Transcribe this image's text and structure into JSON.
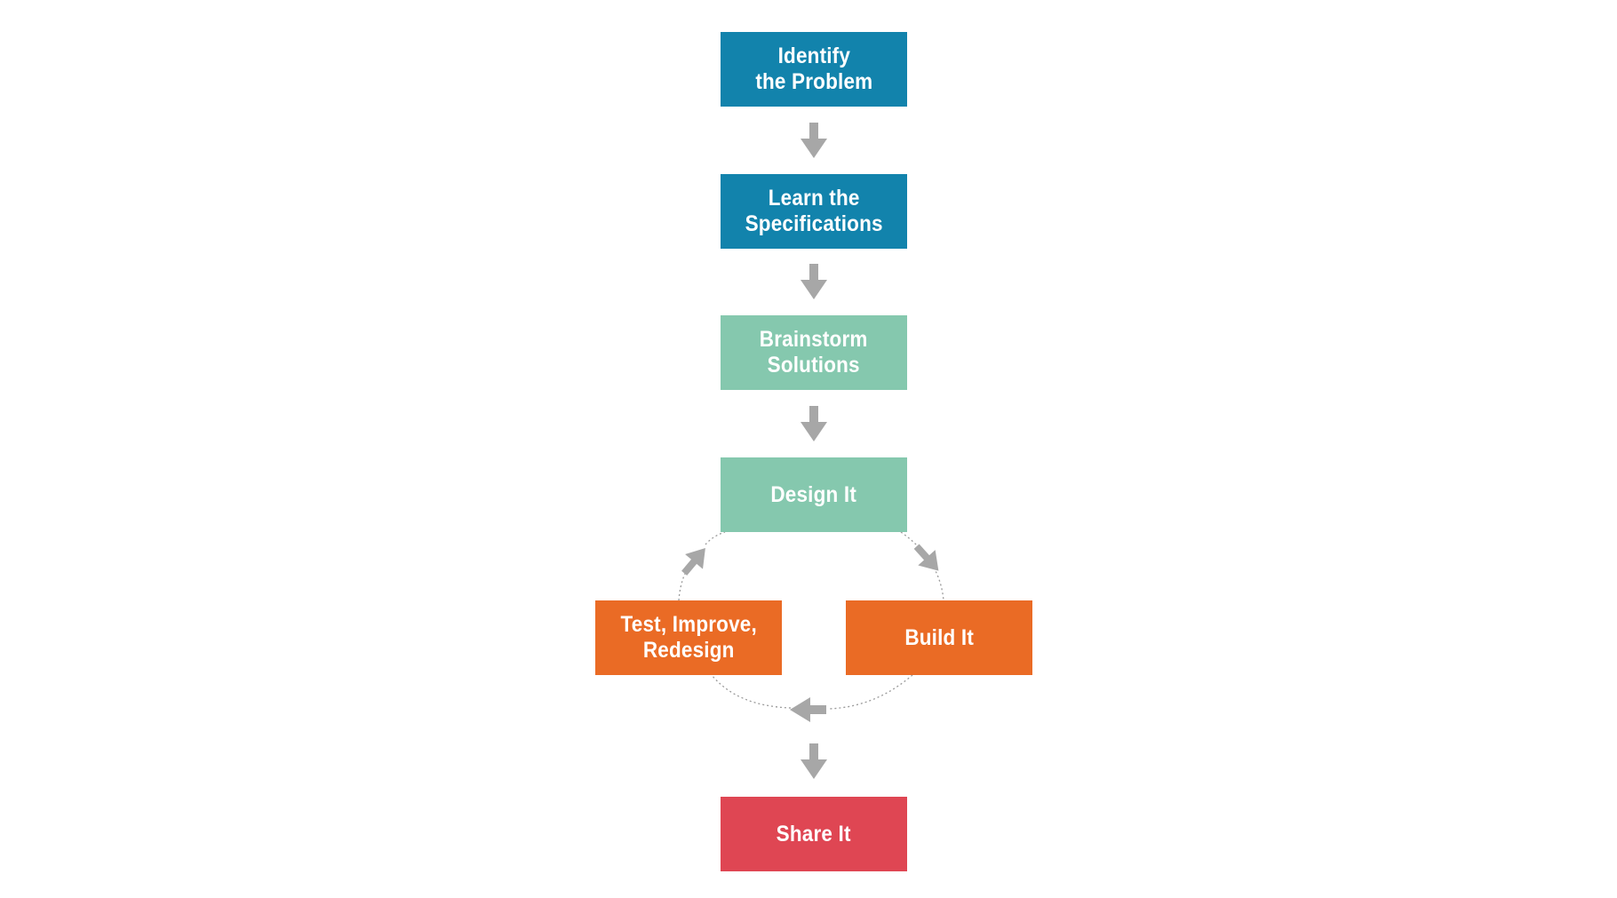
{
  "colors": {
    "blue": "#1283ac",
    "teal": "#85c8ae",
    "orange": "#ea6b25",
    "red": "#df4653",
    "arrow": "#a7a7a7",
    "text": "#ffffff",
    "dotted_line": "#9a9a9a"
  },
  "steps": {
    "identify": {
      "label": "Identify\nthe Problem",
      "color": "#1283ac"
    },
    "learn": {
      "label": "Learn the\nSpecifications",
      "color": "#1283ac"
    },
    "brainstorm": {
      "label": "Brainstorm\nSolutions",
      "color": "#85c8ae"
    },
    "design": {
      "label": "Design It",
      "color": "#85c8ae"
    },
    "test": {
      "label": "Test, Improve,\nRedesign",
      "color": "#ea6b25"
    },
    "build": {
      "label": "Build It",
      "color": "#ea6b25"
    },
    "share": {
      "label": "Share It",
      "color": "#df4653"
    }
  },
  "connections": [
    {
      "from": "identify",
      "to": "learn"
    },
    {
      "from": "learn",
      "to": "brainstorm"
    },
    {
      "from": "brainstorm",
      "to": "design"
    },
    {
      "from": "design",
      "to": "build"
    },
    {
      "from": "build",
      "to": "test"
    },
    {
      "from": "test",
      "to": "design"
    },
    {
      "from": "test",
      "to": "share"
    }
  ]
}
